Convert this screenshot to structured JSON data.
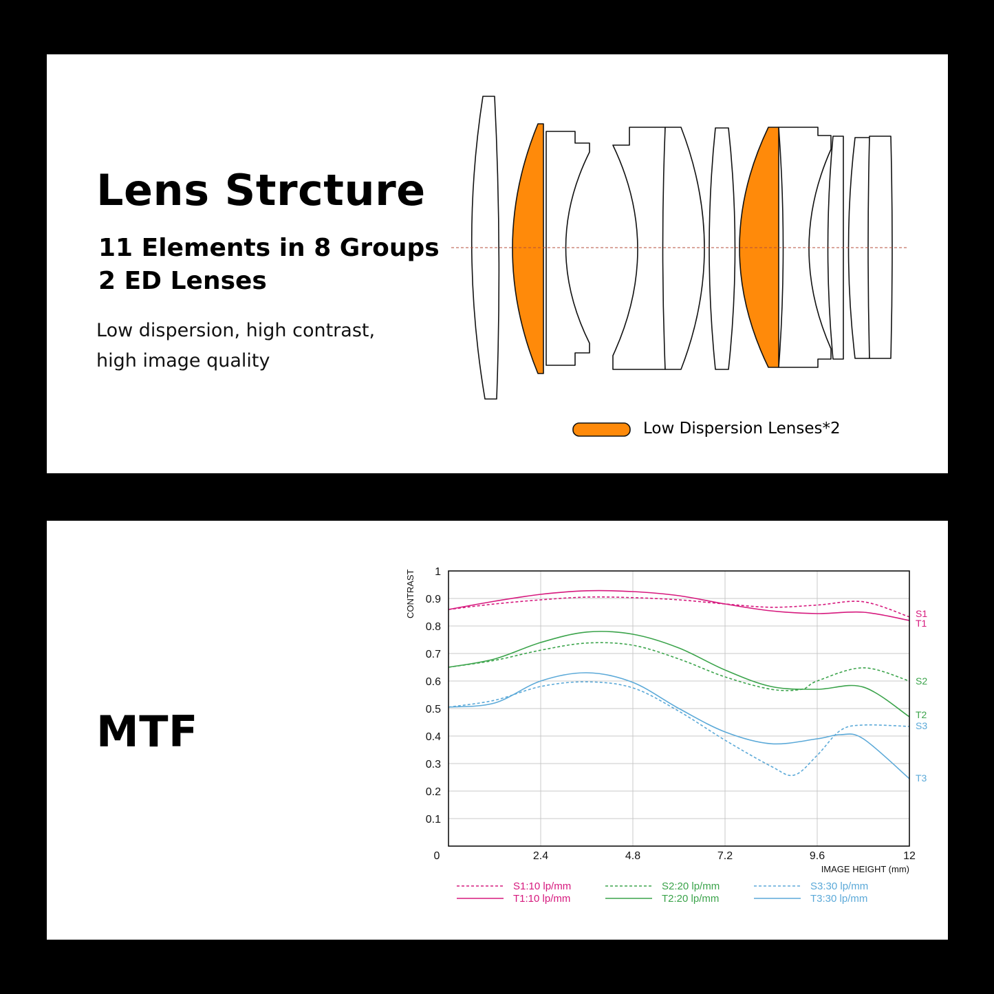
{
  "lens_section": {
    "title": "Lens Strcture",
    "subtitle_line1": "11 Elements in 8 Groups",
    "subtitle_line2": "2 ED Lenses",
    "desc_line1": "Low dispersion, high contrast,",
    "desc_line2": "high image quality",
    "legend_label": "Low Dispersion Lenses*2",
    "ed_color": "#ff8a0a"
  },
  "mtf_section": {
    "title": "MTF"
  },
  "chart_data": {
    "type": "line",
    "ylabel": "CONTRAST",
    "xlabel": "IMAGE HEIGHT  (mm)",
    "xlim": [
      0,
      12
    ],
    "ylim": [
      0,
      1
    ],
    "x_ticks": [
      "2.4",
      "4.8",
      "7.2",
      "9.6",
      "12"
    ],
    "x_tick_values": [
      2.4,
      4.8,
      7.2,
      9.6,
      12
    ],
    "origin_label": "0",
    "y_ticks": [
      "0.1",
      "0.2",
      "0.3",
      "0.4",
      "0.5",
      "0.6",
      "0.7",
      "0.8",
      "0.9",
      "1"
    ],
    "y_tick_values": [
      0.1,
      0.2,
      0.3,
      0.4,
      0.5,
      0.6,
      0.7,
      0.8,
      0.9,
      1.0
    ],
    "grid": true,
    "series": [
      {
        "name": "S1:10 lp/mm",
        "end_label": "S1",
        "color": "#d6187d",
        "dashed": true,
        "x": [
          0,
          1.2,
          2.4,
          3.6,
          4.8,
          6.0,
          7.2,
          8.4,
          9.6,
          10.8,
          12
        ],
        "y": [
          0.86,
          0.88,
          0.895,
          0.905,
          0.903,
          0.895,
          0.88,
          0.868,
          0.876,
          0.888,
          0.833
        ]
      },
      {
        "name": "T1:10 lp/mm",
        "end_label": "T1",
        "color": "#d6187d",
        "dashed": false,
        "x": [
          0,
          1.2,
          2.4,
          3.6,
          4.8,
          6.0,
          7.2,
          8.4,
          9.6,
          10.8,
          12
        ],
        "y": [
          0.86,
          0.89,
          0.915,
          0.928,
          0.925,
          0.91,
          0.88,
          0.855,
          0.845,
          0.85,
          0.82
        ]
      },
      {
        "name": "S2:20 lp/mm",
        "end_label": "S2",
        "color": "#3aa34a",
        "dashed": true,
        "x": [
          0,
          1.2,
          2.4,
          3.6,
          4.8,
          6.0,
          7.2,
          8.4,
          9.2,
          9.6,
          10.8,
          12
        ],
        "y": [
          0.65,
          0.675,
          0.712,
          0.738,
          0.73,
          0.68,
          0.615,
          0.57,
          0.57,
          0.6,
          0.648,
          0.6
        ]
      },
      {
        "name": "T2:20 lp/mm",
        "end_label": "T2",
        "color": "#3aa34a",
        "dashed": false,
        "x": [
          0,
          1.2,
          2.4,
          3.6,
          4.8,
          6.0,
          7.2,
          8.4,
          9.6,
          10.8,
          12
        ],
        "y": [
          0.65,
          0.68,
          0.74,
          0.778,
          0.77,
          0.72,
          0.64,
          0.58,
          0.57,
          0.578,
          0.47
        ]
      },
      {
        "name": "S3:30 lp/mm",
        "end_label": "S3",
        "color": "#5ba9d8",
        "dashed": true,
        "x": [
          0,
          1.2,
          2.4,
          3.6,
          4.8,
          6.0,
          7.2,
          8.4,
          9.0,
          9.6,
          10.2,
          10.8,
          12
        ],
        "y": [
          0.505,
          0.53,
          0.58,
          0.597,
          0.575,
          0.49,
          0.385,
          0.29,
          0.258,
          0.33,
          0.42,
          0.44,
          0.435
        ]
      },
      {
        "name": "T3:30 lp/mm",
        "end_label": "T3",
        "color": "#5ba9d8",
        "dashed": false,
        "x": [
          0,
          1.2,
          2.4,
          3.6,
          4.8,
          6.0,
          7.2,
          8.4,
          9.6,
          10.2,
          10.8,
          12
        ],
        "y": [
          0.505,
          0.52,
          0.6,
          0.63,
          0.595,
          0.5,
          0.415,
          0.372,
          0.39,
          0.405,
          0.39,
          0.245
        ]
      }
    ]
  }
}
